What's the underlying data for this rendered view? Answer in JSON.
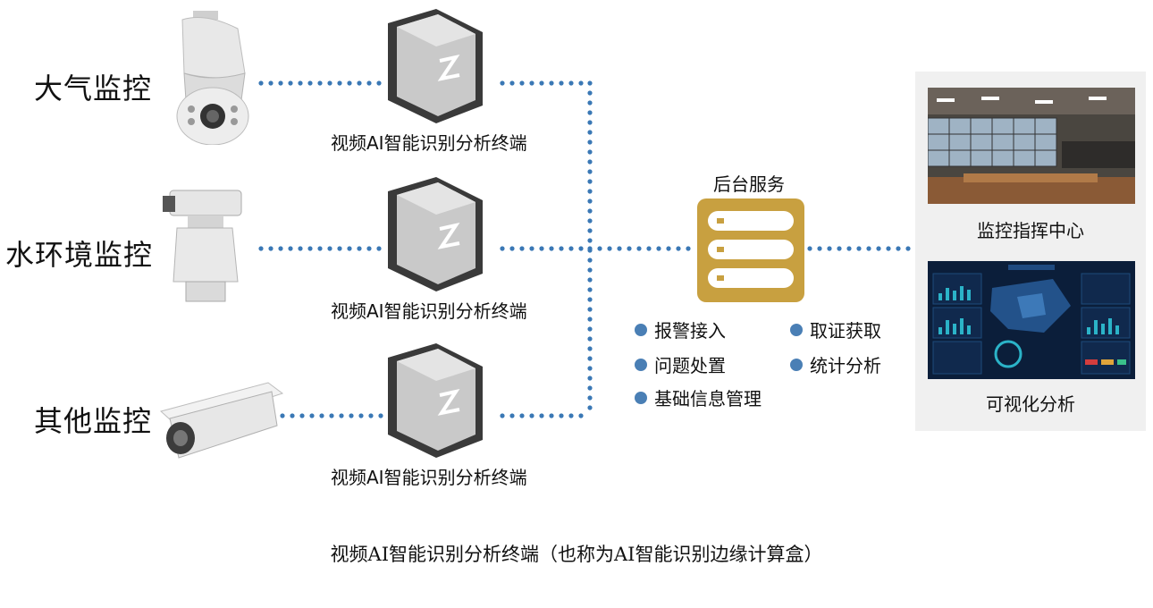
{
  "sources": [
    {
      "label": "大气监控",
      "icon": "ptz-dome-camera-icon"
    },
    {
      "label": "水环境监控",
      "icon": "pan-tilt-camera-icon"
    },
    {
      "label": "其他监控",
      "icon": "box-camera-icon"
    }
  ],
  "terminals": [
    {
      "caption": "视频AI智能识别分析终端",
      "icon": "edge-box-icon"
    },
    {
      "caption": "视频AI智能识别分析终端",
      "icon": "edge-box-icon"
    },
    {
      "caption": "视频AI智能识别分析终端",
      "icon": "edge-box-icon"
    }
  ],
  "service": {
    "title": "后台服务",
    "icon": "server-icon",
    "features": [
      "报警接入",
      "取证获取",
      "问题处置",
      "统计分析",
      "基础信息管理"
    ]
  },
  "outputs": [
    {
      "caption": "监控指挥中心",
      "icon": "command-center-photo"
    },
    {
      "caption": "可视化分析",
      "icon": "dashboard-screenshot"
    }
  ],
  "footer": "视频AI智能识别分析终端（也称为AI智能识别边缘计算盒）",
  "colors": {
    "connector": "#3a78b5",
    "server": "#c8a040",
    "bullet": "#4a7fb5",
    "panel": "#f0f0f0"
  }
}
